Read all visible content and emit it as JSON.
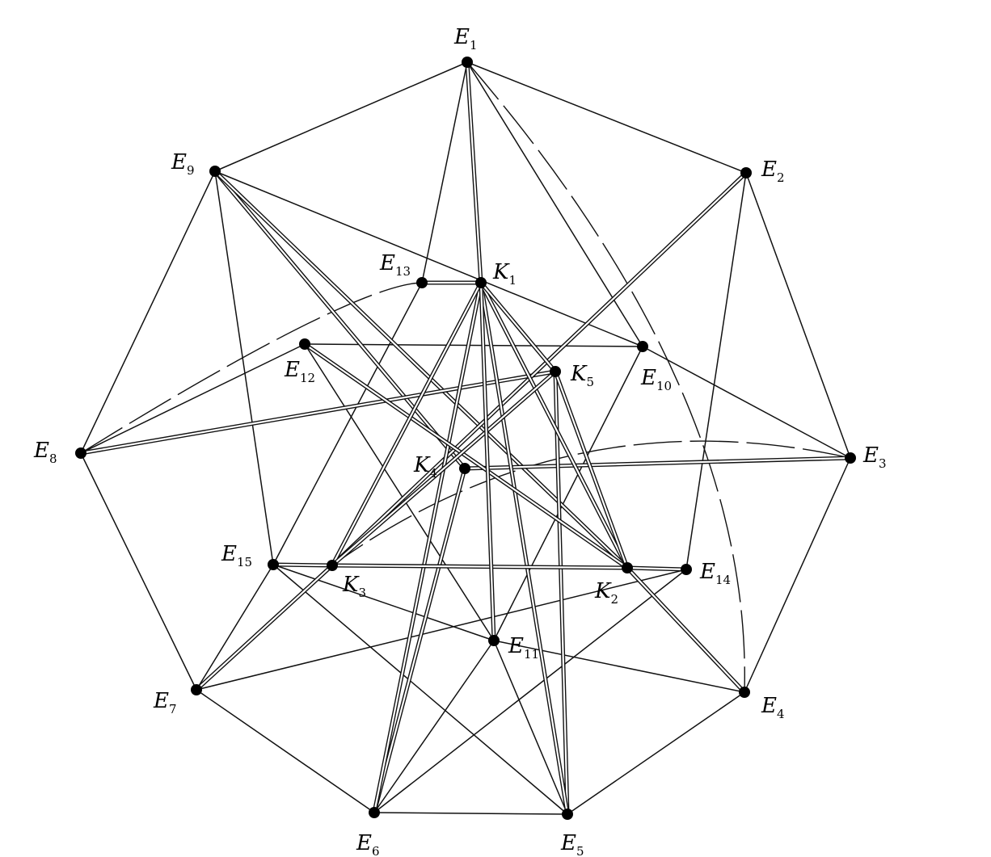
{
  "nodes": [
    {
      "id": "E1",
      "letter": "E",
      "sub": "1"
    },
    {
      "id": "E2",
      "letter": "E",
      "sub": "2"
    },
    {
      "id": "E3",
      "letter": "E",
      "sub": "3"
    },
    {
      "id": "E4",
      "letter": "E",
      "sub": "4"
    },
    {
      "id": "E5",
      "letter": "E",
      "sub": "5"
    },
    {
      "id": "E6",
      "letter": "E",
      "sub": "6"
    },
    {
      "id": "E7",
      "letter": "E",
      "sub": "7"
    },
    {
      "id": "E8",
      "letter": "E",
      "sub": "8"
    },
    {
      "id": "E9",
      "letter": "E",
      "sub": "9"
    },
    {
      "id": "E10",
      "letter": "E",
      "sub": "10"
    },
    {
      "id": "E11",
      "letter": "E",
      "sub": "11"
    },
    {
      "id": "E12",
      "letter": "E",
      "sub": "12"
    },
    {
      "id": "E13",
      "letter": "E",
      "sub": "13"
    },
    {
      "id": "E14",
      "letter": "E",
      "sub": "14"
    },
    {
      "id": "E15",
      "letter": "E",
      "sub": "15"
    },
    {
      "id": "K1",
      "letter": "K",
      "sub": "1"
    },
    {
      "id": "K2",
      "letter": "K",
      "sub": "2"
    },
    {
      "id": "K3",
      "letter": "K",
      "sub": "3"
    },
    {
      "id": "K4",
      "letter": "K",
      "sub": "4"
    },
    {
      "id": "K5",
      "letter": "K",
      "sub": "5"
    }
  ],
  "edges_single": [
    [
      "E1",
      "E2"
    ],
    [
      "E2",
      "E3"
    ],
    [
      "E3",
      "E4"
    ],
    [
      "E4",
      "E5"
    ],
    [
      "E6",
      "E7"
    ],
    [
      "E7",
      "E8"
    ],
    [
      "E8",
      "E9"
    ],
    [
      "E9",
      "E1"
    ],
    [
      "E1",
      "E13"
    ],
    [
      "E1",
      "E10"
    ],
    [
      "E2",
      "K3"
    ],
    [
      "E2",
      "E14"
    ],
    [
      "E9",
      "E15"
    ],
    [
      "E9",
      "E10"
    ],
    [
      "E8",
      "E12"
    ],
    [
      "E12",
      "E10"
    ],
    [
      "E10",
      "E3"
    ],
    [
      "E12",
      "E11"
    ],
    [
      "E10",
      "E11"
    ],
    [
      "E15",
      "E11"
    ],
    [
      "E11",
      "E6"
    ],
    [
      "E11",
      "E5"
    ],
    [
      "E15",
      "E7"
    ],
    [
      "E15",
      "E5"
    ],
    [
      "E14",
      "E6"
    ],
    [
      "E7",
      "E14"
    ],
    [
      "E13",
      "E15"
    ],
    [
      "E5",
      "E6"
    ],
    [
      "E4",
      "E11"
    ]
  ],
  "edges_double": [
    [
      "E1",
      "K1"
    ],
    [
      "E9",
      "K4"
    ],
    [
      "E9",
      "K2"
    ],
    [
      "E8",
      "K5"
    ],
    [
      "E2",
      "K3"
    ],
    [
      "E3",
      "K4"
    ],
    [
      "E7",
      "K3"
    ],
    [
      "E6",
      "K4"
    ],
    [
      "E6",
      "K1"
    ],
    [
      "E5",
      "K5"
    ],
    [
      "E5",
      "K1"
    ],
    [
      "E4",
      "K2"
    ],
    [
      "E13",
      "K1"
    ],
    [
      "E12",
      "K2"
    ],
    [
      "K1",
      "K2"
    ],
    [
      "K1",
      "K3"
    ],
    [
      "K1",
      "K5"
    ],
    [
      "K2",
      "K5"
    ],
    [
      "K3",
      "K5"
    ],
    [
      "K3",
      "K2"
    ],
    [
      "E15",
      "K3"
    ],
    [
      "K2",
      "E14"
    ],
    [
      "K1",
      "E11"
    ]
  ],
  "edges_curved": [
    {
      "from": "E8",
      "via": "E13",
      "to": "E13"
    },
    {
      "from": "E1",
      "via": "E3",
      "to": "E4"
    },
    {
      "from": "E3",
      "via": "K5",
      "to": "K3"
    }
  ]
}
